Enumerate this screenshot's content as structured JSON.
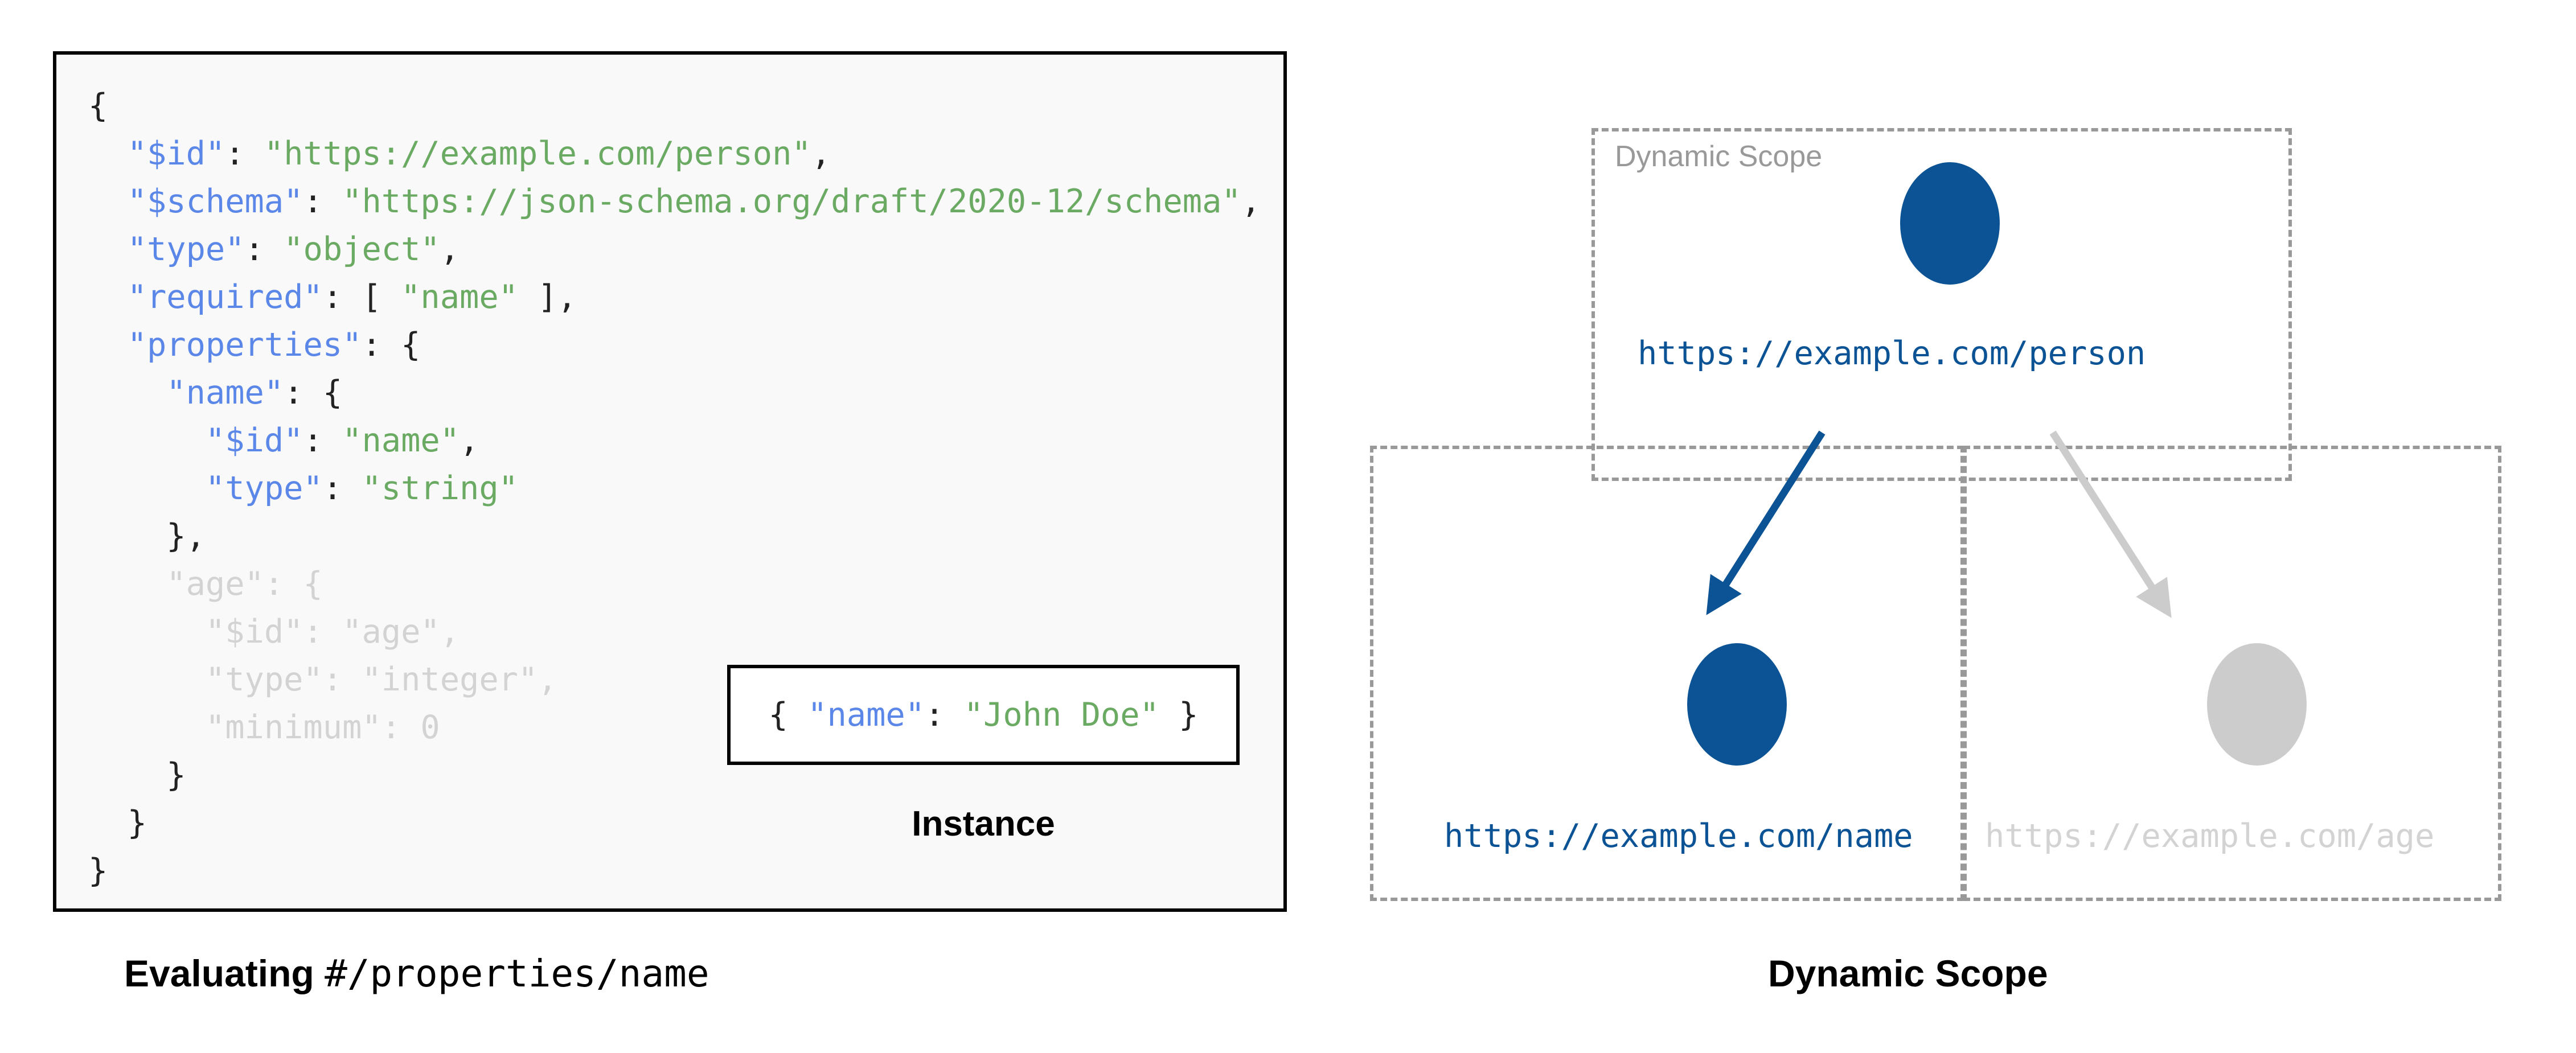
{
  "left_panel": {
    "code_lines": [
      {
        "indent": 0,
        "tokens": [
          {
            "t": "{",
            "c": "p"
          }
        ]
      },
      {
        "indent": 1,
        "tokens": [
          {
            "t": "\"$id\"",
            "c": "k"
          },
          {
            "t": ": ",
            "c": "p"
          },
          {
            "t": "\"https://example.com/person\"",
            "c": "s"
          },
          {
            "t": ",",
            "c": "p"
          }
        ]
      },
      {
        "indent": 1,
        "tokens": [
          {
            "t": "\"$schema\"",
            "c": "k"
          },
          {
            "t": ": ",
            "c": "p"
          },
          {
            "t": "\"https://json-schema.org/draft/2020-12/schema\"",
            "c": "s"
          },
          {
            "t": ",",
            "c": "p"
          }
        ]
      },
      {
        "indent": 1,
        "tokens": [
          {
            "t": "\"type\"",
            "c": "k"
          },
          {
            "t": ": ",
            "c": "p"
          },
          {
            "t": "\"object\"",
            "c": "s"
          },
          {
            "t": ",",
            "c": "p"
          }
        ]
      },
      {
        "indent": 1,
        "tokens": [
          {
            "t": "\"required\"",
            "c": "k"
          },
          {
            "t": ": [ ",
            "c": "p"
          },
          {
            "t": "\"name\"",
            "c": "s"
          },
          {
            "t": " ],",
            "c": "p"
          }
        ]
      },
      {
        "indent": 1,
        "tokens": [
          {
            "t": "\"properties\"",
            "c": "k"
          },
          {
            "t": ": {",
            "c": "p"
          }
        ]
      },
      {
        "indent": 2,
        "tokens": [
          {
            "t": "\"name\"",
            "c": "k"
          },
          {
            "t": ": {",
            "c": "p"
          }
        ]
      },
      {
        "indent": 3,
        "tokens": [
          {
            "t": "\"$id\"",
            "c": "k"
          },
          {
            "t": ": ",
            "c": "p"
          },
          {
            "t": "\"name\"",
            "c": "s"
          },
          {
            "t": ",",
            "c": "p"
          }
        ]
      },
      {
        "indent": 3,
        "tokens": [
          {
            "t": "\"type\"",
            "c": "k"
          },
          {
            "t": ": ",
            "c": "p"
          },
          {
            "t": "\"string\"",
            "c": "s"
          }
        ]
      },
      {
        "indent": 2,
        "tokens": [
          {
            "t": "},",
            "c": "p"
          }
        ]
      },
      {
        "indent": 2,
        "tokens": [
          {
            "t": "\"age\"",
            "c": "dim-k"
          },
          {
            "t": ": {",
            "c": "dim-p"
          }
        ]
      },
      {
        "indent": 3,
        "tokens": [
          {
            "t": "\"$id\"",
            "c": "dim-k"
          },
          {
            "t": ": ",
            "c": "dim-p"
          },
          {
            "t": "\"age\"",
            "c": "dim-s"
          },
          {
            "t": ",",
            "c": "dim-p"
          }
        ]
      },
      {
        "indent": 3,
        "tokens": [
          {
            "t": "\"type\"",
            "c": "dim-k"
          },
          {
            "t": ": ",
            "c": "dim-p"
          },
          {
            "t": "\"integer\"",
            "c": "dim-s"
          },
          {
            "t": ",",
            "c": "dim-p"
          }
        ]
      },
      {
        "indent": 3,
        "tokens": [
          {
            "t": "\"minimum\"",
            "c": "dim-k"
          },
          {
            "t": ": ",
            "c": "dim-p"
          },
          {
            "t": "0",
            "c": "dim-n"
          }
        ]
      },
      {
        "indent": 2,
        "tokens": [
          {
            "t": "}",
            "c": "p"
          }
        ]
      },
      {
        "indent": 1,
        "tokens": [
          {
            "t": "}",
            "c": "p"
          }
        ]
      },
      {
        "indent": 0,
        "tokens": [
          {
            "t": "}",
            "c": "p"
          }
        ]
      }
    ],
    "instance": {
      "tokens": [
        {
          "t": "{ ",
          "c": "p"
        },
        {
          "t": "\"name\"",
          "c": "k"
        },
        {
          "t": ": ",
          "c": "p"
        },
        {
          "t": "\"John Doe\"",
          "c": "s"
        },
        {
          "t": " }",
          "c": "p"
        }
      ],
      "caption": "Instance"
    },
    "caption_bold": "Evaluating ",
    "caption_mono": "#/properties/name"
  },
  "right_panel": {
    "caption": "Dynamic Scope",
    "scope_label": "Dynamic Scope",
    "nodes": [
      {
        "id": "person",
        "label": "https://example.com/person",
        "state": "active"
      },
      {
        "id": "name",
        "label": "https://example.com/name",
        "state": "active"
      },
      {
        "id": "age",
        "label": "https://example.com/age",
        "state": "muted"
      }
    ],
    "edges": [
      {
        "from": "person",
        "to": "name",
        "state": "active"
      },
      {
        "from": "person",
        "to": "age",
        "state": "muted"
      }
    ]
  },
  "colors": {
    "accent_blue": "#0b5394",
    "muted_grey": "#cccccc",
    "dash_grey": "#999999",
    "json_key": "#5b87e8",
    "json_string": "#6aaa63",
    "panel_bg": "#f9f9f9",
    "panel_border": "#000000"
  }
}
